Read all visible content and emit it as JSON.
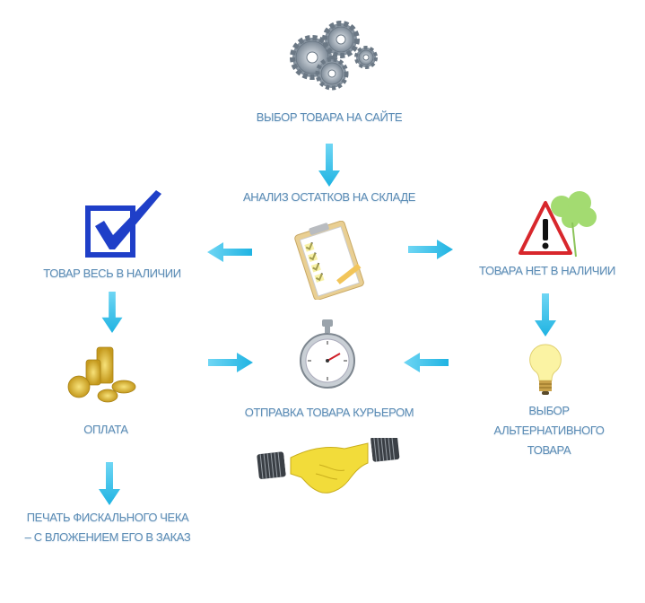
{
  "colors": {
    "text": "#5b8cb5",
    "arrow": "#37c1e9",
    "check": "#1f3fc8"
  },
  "nodes": {
    "select_product": "ВЫБОР ТОВАРА НА САЙТЕ",
    "stock_analysis": "АНАЛИЗ ОСТАТКОВ НА СКЛАДЕ",
    "in_stock": "ТОВАР ВЕСЬ В НАЛИЧИИ",
    "out_of_stock": "ТОВАРА НЕТ В НАЛИЧИИ",
    "payment": "ОПЛАТА",
    "courier": "ОТПРАВКА ТОВАРА КУРЬЕРОМ",
    "alternative": [
      "ВЫБОР",
      "АЛЬТЕРНАТИВНОГО",
      "ТОВАРА"
    ],
    "receipt": [
      "ПЕЧАТЬ ФИСКАЛЬНОГО ЧЕКА",
      "– С ВЛОЖЕНИЕМ ЕГО В ЗАКАЗ"
    ]
  },
  "icons": [
    "gears-icon",
    "clipboard-icon",
    "checkbox-icon",
    "warning-icon",
    "coins-icon",
    "stopwatch-icon",
    "lightbulb-icon",
    "handshake-icon"
  ]
}
